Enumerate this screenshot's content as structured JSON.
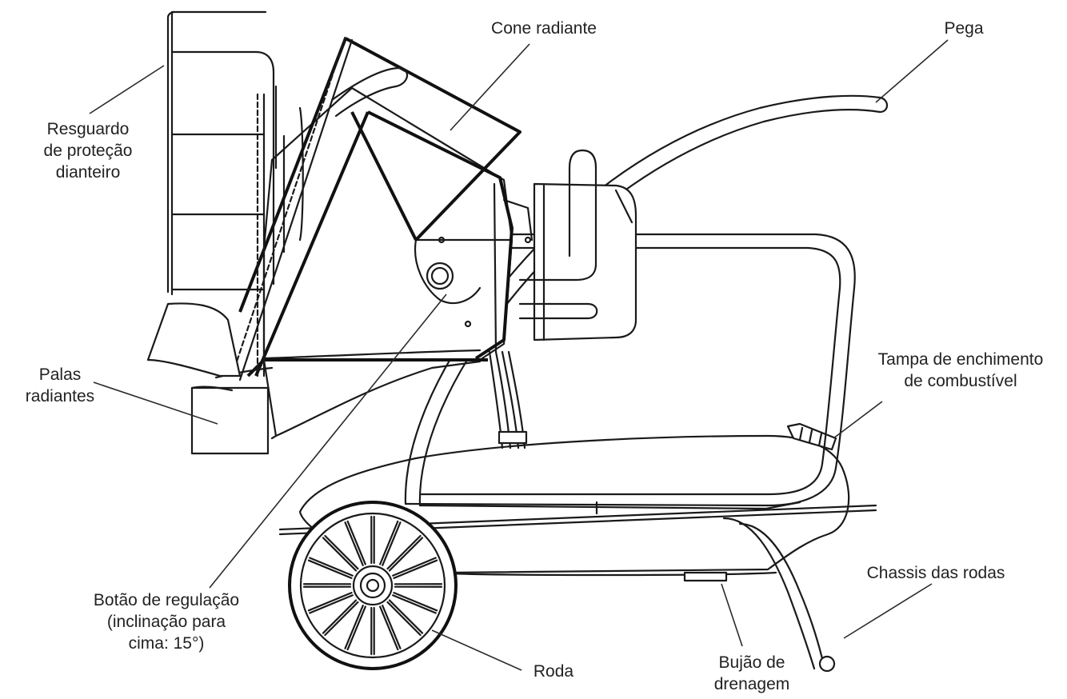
{
  "labels": {
    "front_guard": "Resguardo\nde proteção\ndianteiro",
    "radiant_cone": "Cone radiante",
    "handle": "Pega",
    "radiant_blades": "Palas\nradiantes",
    "fuel_cap": "Tampa de enchimento\nde combustível",
    "tilt_knob": "Botão de regulação\n(inclinação para\ncima: 15°)",
    "wheel_chassis": "Chassis das rodas",
    "wheel": "Roda",
    "drain_plug": "Bujão de\ndrenagem"
  },
  "colors": {
    "line": "#1a1a1a",
    "text": "#222222",
    "background": "#ffffff"
  }
}
